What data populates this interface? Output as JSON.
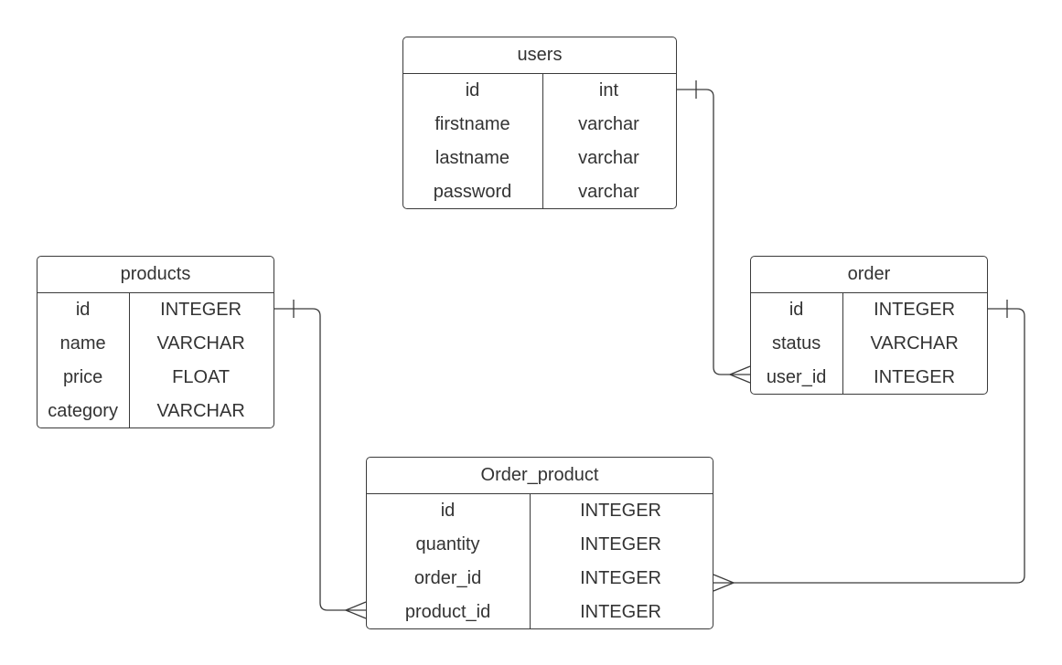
{
  "entities": {
    "users": {
      "title": "users",
      "columns": [
        {
          "name": "id",
          "type": "int"
        },
        {
          "name": "firstname",
          "type": "varchar"
        },
        {
          "name": "lastname",
          "type": "varchar"
        },
        {
          "name": "password",
          "type": "varchar"
        }
      ]
    },
    "products": {
      "title": "products",
      "columns": [
        {
          "name": "id",
          "type": "INTEGER"
        },
        {
          "name": "name",
          "type": "VARCHAR"
        },
        {
          "name": "price",
          "type": "FLOAT"
        },
        {
          "name": "category",
          "type": "VARCHAR"
        }
      ]
    },
    "order": {
      "title": "order",
      "columns": [
        {
          "name": "id",
          "type": "INTEGER"
        },
        {
          "name": "status",
          "type": "VARCHAR"
        },
        {
          "name": "user_id",
          "type": "INTEGER"
        }
      ]
    },
    "order_product": {
      "title": "Order_product",
      "columns": [
        {
          "name": "id",
          "type": "INTEGER"
        },
        {
          "name": "quantity",
          "type": "INTEGER"
        },
        {
          "name": "order_id",
          "type": "INTEGER"
        },
        {
          "name": "product_id",
          "type": "INTEGER"
        }
      ]
    }
  },
  "relationships": [
    {
      "from": "users.id",
      "to": "order.user_id",
      "from_cardinality": "one",
      "to_cardinality": "many"
    },
    {
      "from": "products.id",
      "to": "order_product.product_id",
      "from_cardinality": "one",
      "to_cardinality": "many"
    },
    {
      "from": "order.id",
      "to": "order_product.order_id",
      "from_cardinality": "one",
      "to_cardinality": "many"
    }
  ],
  "colors": {
    "line": "#3a3a3a",
    "text": "#333333",
    "background": "#ffffff"
  }
}
